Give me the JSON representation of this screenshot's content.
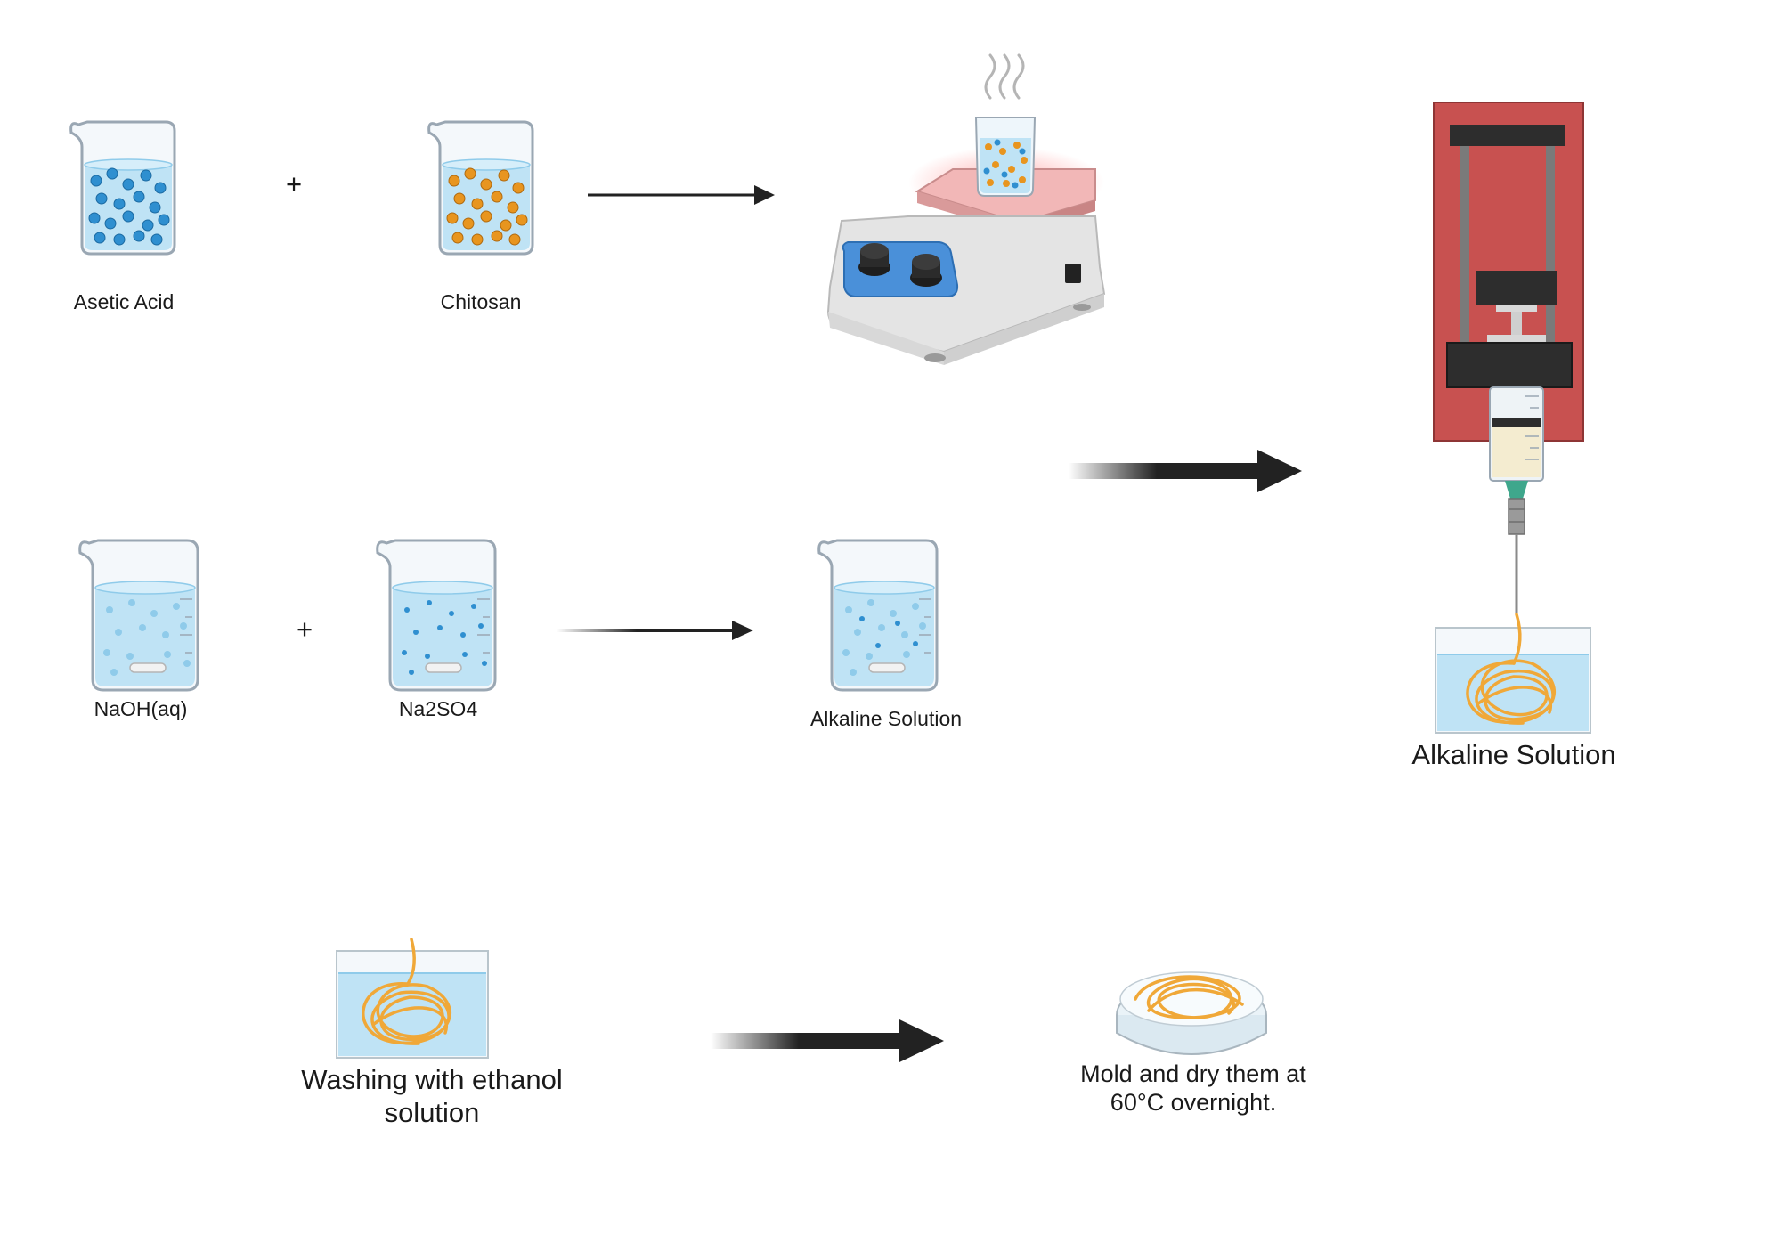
{
  "labels": {
    "acetic": "Asetic Acid",
    "chitosan": "Chitosan",
    "naoh": "NaOH(aq)",
    "na2so4": "Na2SO4",
    "alkaline_mid": "Alkaline Solution",
    "alkaline_right": "Alkaline Solution",
    "washing": "Washing with ethanol solution",
    "mold": "Mold and dry them at 60°C overnight."
  },
  "operators": {
    "plus_top": "+",
    "plus_mid": "+"
  },
  "colors": {
    "water": "#bfe3f5",
    "water_dark": "#8fcbea",
    "blue_particle": "#2f8fd0",
    "orange_particle": "#e8951f",
    "fiber": "#f0a838",
    "hotplate_base": "#e4e4e4",
    "hotplate_panel": "#4a90d9",
    "hotplate_top": "#f2b7b7",
    "pump_red": "#c85150",
    "pump_dark": "#2d2d2d",
    "arrow": "#222222"
  },
  "icons": [
    "beaker-icon",
    "hotplate-stirrer-icon",
    "syringe-pump-icon",
    "bath-icon",
    "petri-dish-icon",
    "arrow-icon"
  ]
}
